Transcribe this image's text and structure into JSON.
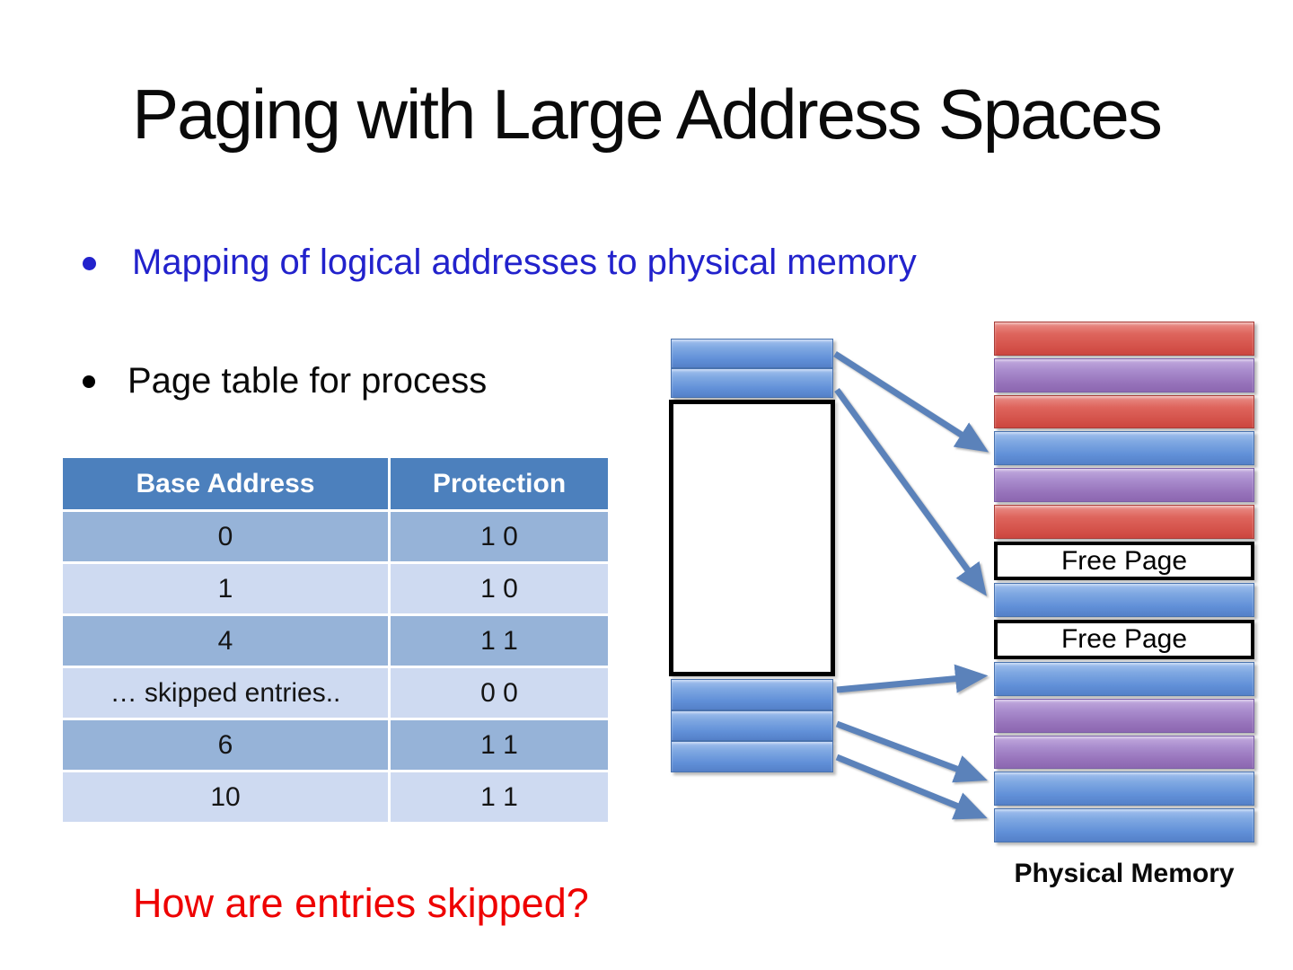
{
  "slide": {
    "title": "Paging with Large Address Spaces",
    "bullet_mapping": "Mapping of logical addresses to physical memory",
    "bullet_page_table": "Page table for process",
    "question": "How are entries skipped?"
  },
  "table": {
    "headers": [
      "Base Address",
      "Protection"
    ],
    "rows": [
      [
        "0",
        "1 0"
      ],
      [
        "1",
        "1 0"
      ],
      [
        "4",
        "1 1"
      ],
      [
        "… skipped entries..",
        "0 0"
      ],
      [
        "6",
        "1 1"
      ],
      [
        "10",
        "1 1"
      ]
    ]
  },
  "diagram": {
    "free_page_label": "Free Page",
    "physical_memory_label": "Physical Memory",
    "left_column": {
      "top_bars": 2,
      "bottom_bars": 3
    },
    "right_column": [
      "red",
      "purple",
      "red",
      "blue",
      "purple",
      "red",
      "free",
      "blue",
      "free",
      "blue",
      "purple",
      "purple",
      "blue",
      "blue"
    ]
  },
  "colors": {
    "bullet_blue": "#2222CC",
    "question_red": "#EE0000",
    "table_header_bg": "#4C80BD",
    "table_row_dark": "#96B3D8",
    "table_row_light": "#CEDAF1",
    "page_blue": "#5E8CD6",
    "page_red": "#D5524B",
    "page_purple": "#9B79BE",
    "free_page_bg": "#FFFFFF",
    "arrow_blue": "#5B82BA"
  }
}
